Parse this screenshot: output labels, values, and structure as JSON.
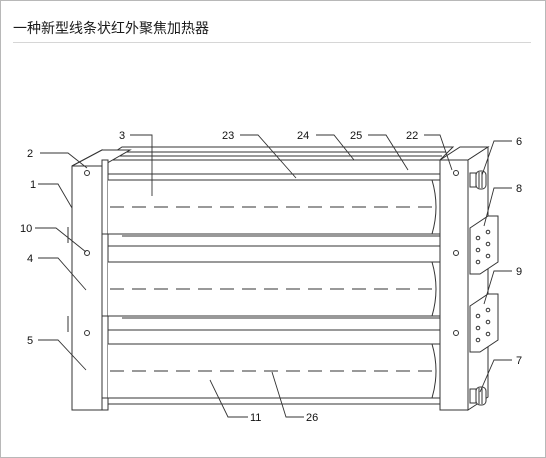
{
  "page": {
    "title": "一种新型线条状红外聚焦加热器"
  },
  "labels": [
    "1",
    "2",
    "3",
    "4",
    "5",
    "6",
    "7",
    "8",
    "9",
    "10",
    "11",
    "22",
    "23",
    "24",
    "25",
    "26"
  ],
  "colors": {
    "line": "#333333",
    "tube_fill": "#ffffff",
    "rule": "#d6d6d6",
    "border": "#b8b8b8"
  }
}
